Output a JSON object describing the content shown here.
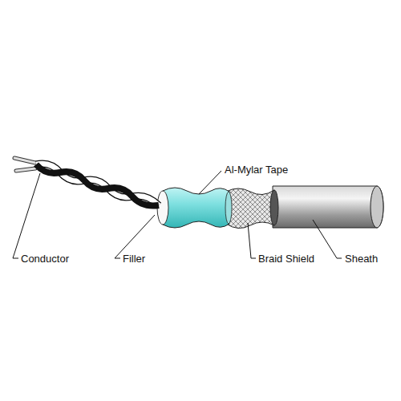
{
  "diagram": {
    "labels": [
      "Al-Mylar Tape",
      "Conductor",
      "Filler",
      "Braid Shield",
      "Sheath"
    ]
  }
}
